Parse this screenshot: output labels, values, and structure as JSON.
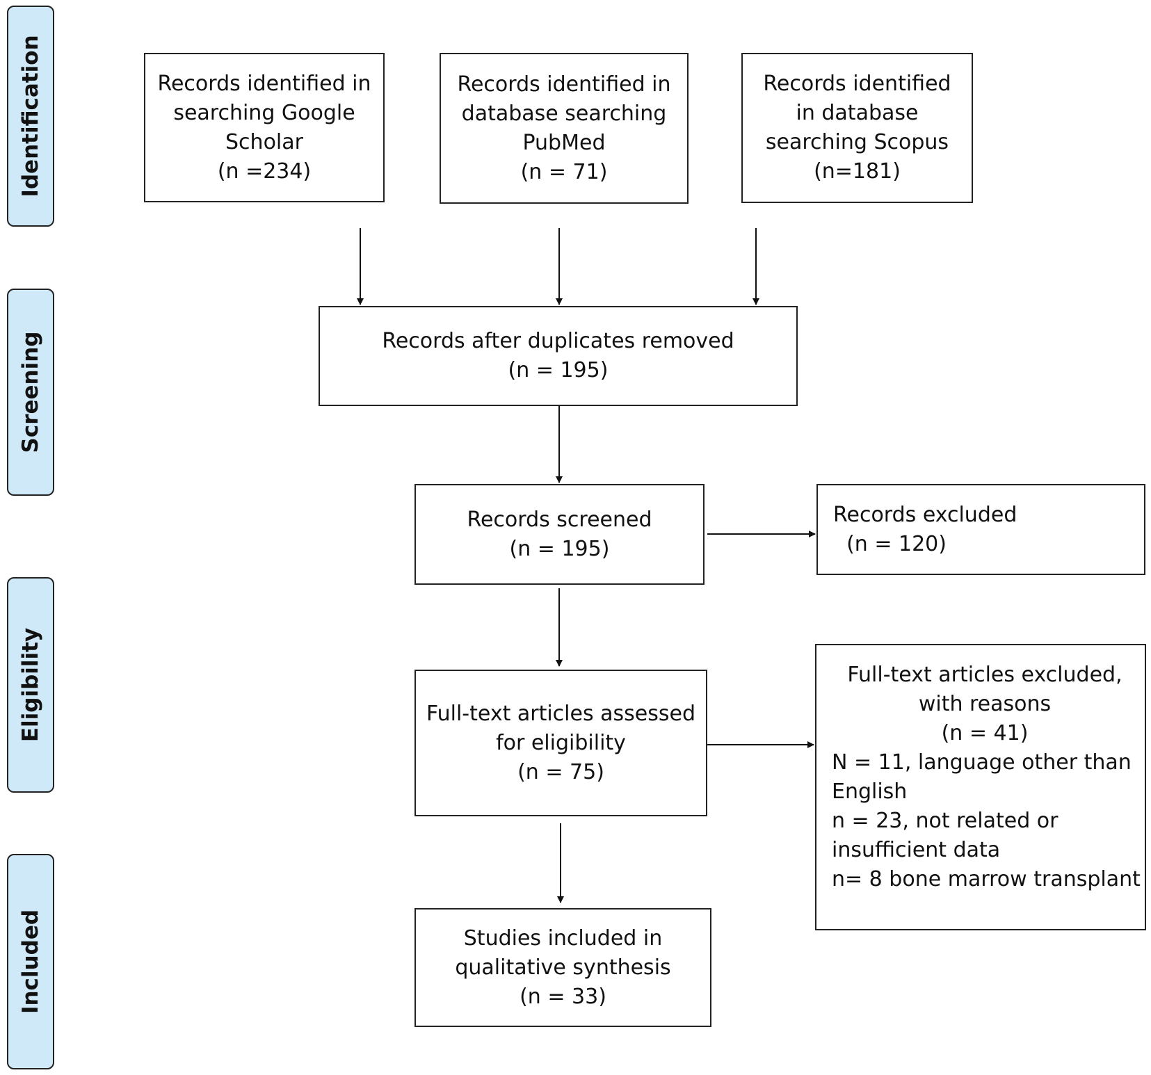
{
  "stages": [
    "Identification",
    "Screening",
    "Eligibility",
    "Included"
  ],
  "boxes": {
    "google": [
      "Records identified in",
      "searching Google",
      "Scholar",
      "(n =234)"
    ],
    "pubmed": [
      "Records identified in",
      "database searching",
      "PubMed",
      "(n = 71)"
    ],
    "scopus": [
      "Records identified",
      "in database",
      "searching Scopus",
      "(n=181)"
    ],
    "duplicates": [
      "Records after duplicates removed",
      "(n = 195)"
    ],
    "screened": [
      "Records screened",
      "(n = 195)"
    ],
    "excluded": [
      "Records excluded",
      "  (n = 120)"
    ],
    "fulltext": [
      "Full-text articles assessed",
      "for eligibility",
      "(n = 75)"
    ],
    "fulltext_excluded": {
      "heading": [
        "Full-text articles excluded,",
        "with reasons",
        "(n = 41)"
      ],
      "reasons": [
        "N = 11, language other than",
        "English",
        "n = 23, not related or",
        "insufficient data",
        "n= 8 bone marrow transplant"
      ]
    },
    "included": [
      "Studies included in",
      "qualitative synthesis",
      "(n = 33)"
    ]
  }
}
